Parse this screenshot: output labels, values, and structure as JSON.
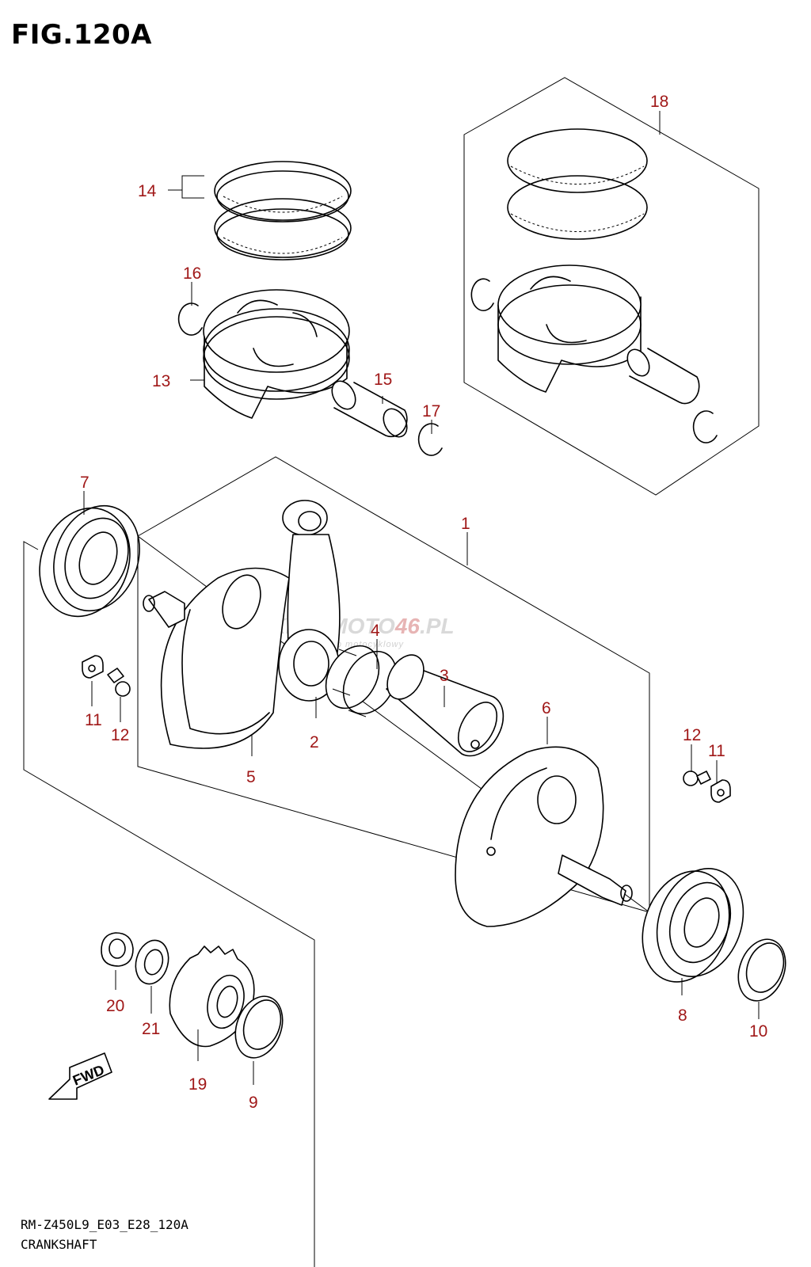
{
  "figure": {
    "title": "FIG.120A",
    "model_code": "RM-Z450L9_E03_E28_120A",
    "section_name": "CRANKSHAFT"
  },
  "watermark": {
    "brand_part1": "SKLEPMOTO",
    "brand_part2": "46",
    "brand_part3": ".PL",
    "tagline": "internetowy sklep motocyklowy"
  },
  "fwd_label": "FWD",
  "callouts": [
    "1",
    "2",
    "3",
    "4",
    "5",
    "6",
    "7",
    "8",
    "9",
    "10",
    "11",
    "12",
    "12",
    "11",
    "13",
    "14",
    "15",
    "16",
    "17",
    "18",
    "19",
    "20",
    "21"
  ],
  "colors": {
    "callout": "#a01818",
    "line": "#000000",
    "watermark": "#d9d9d9"
  }
}
